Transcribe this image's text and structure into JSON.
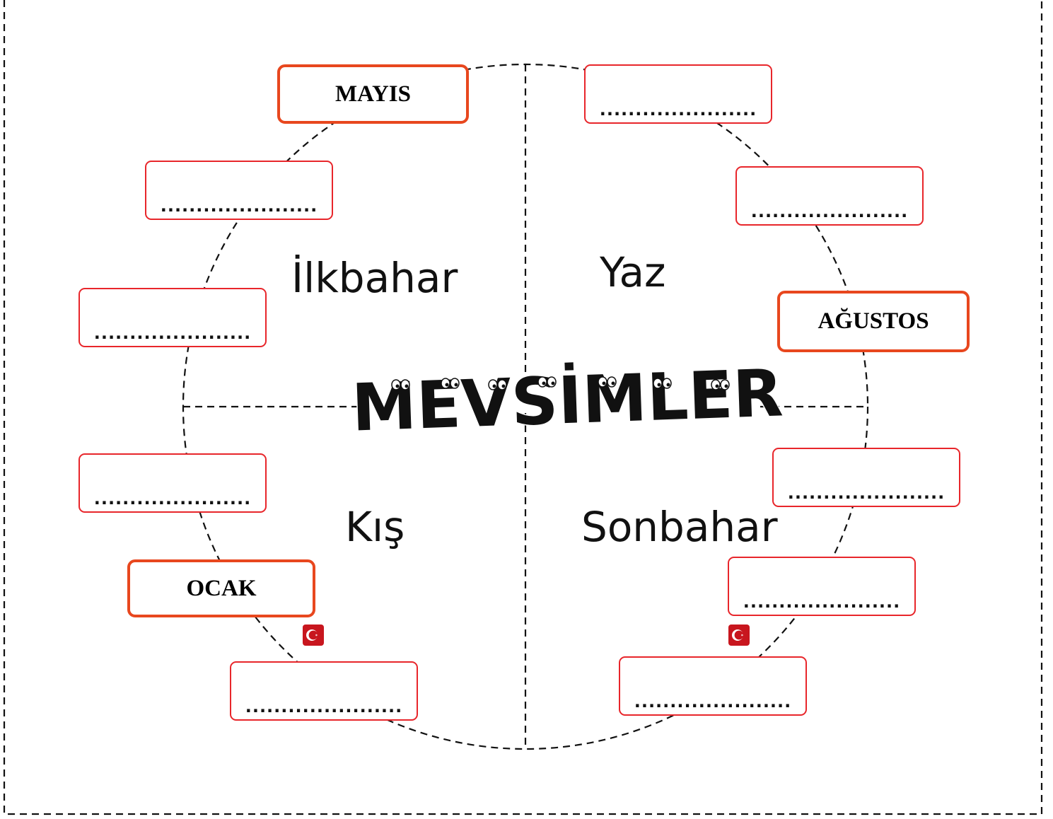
{
  "title": "MEVSİMLER",
  "seasons": {
    "spring": "İlkbahar",
    "summer": "Yaz",
    "winter": "Kış",
    "autumn": "Sonbahar"
  },
  "blank_text": "......................",
  "answers": {
    "may": "MAYIS",
    "august": "AĞUSTOS",
    "january": "OCAK"
  },
  "icons": [
    "turkish-flag-icon",
    "turkish-flag-icon"
  ],
  "colors": {
    "box_border": "#e8262b",
    "filled_box_border": "#e8471e",
    "title_fill": "#111111",
    "flag_red": "#c8161e"
  }
}
